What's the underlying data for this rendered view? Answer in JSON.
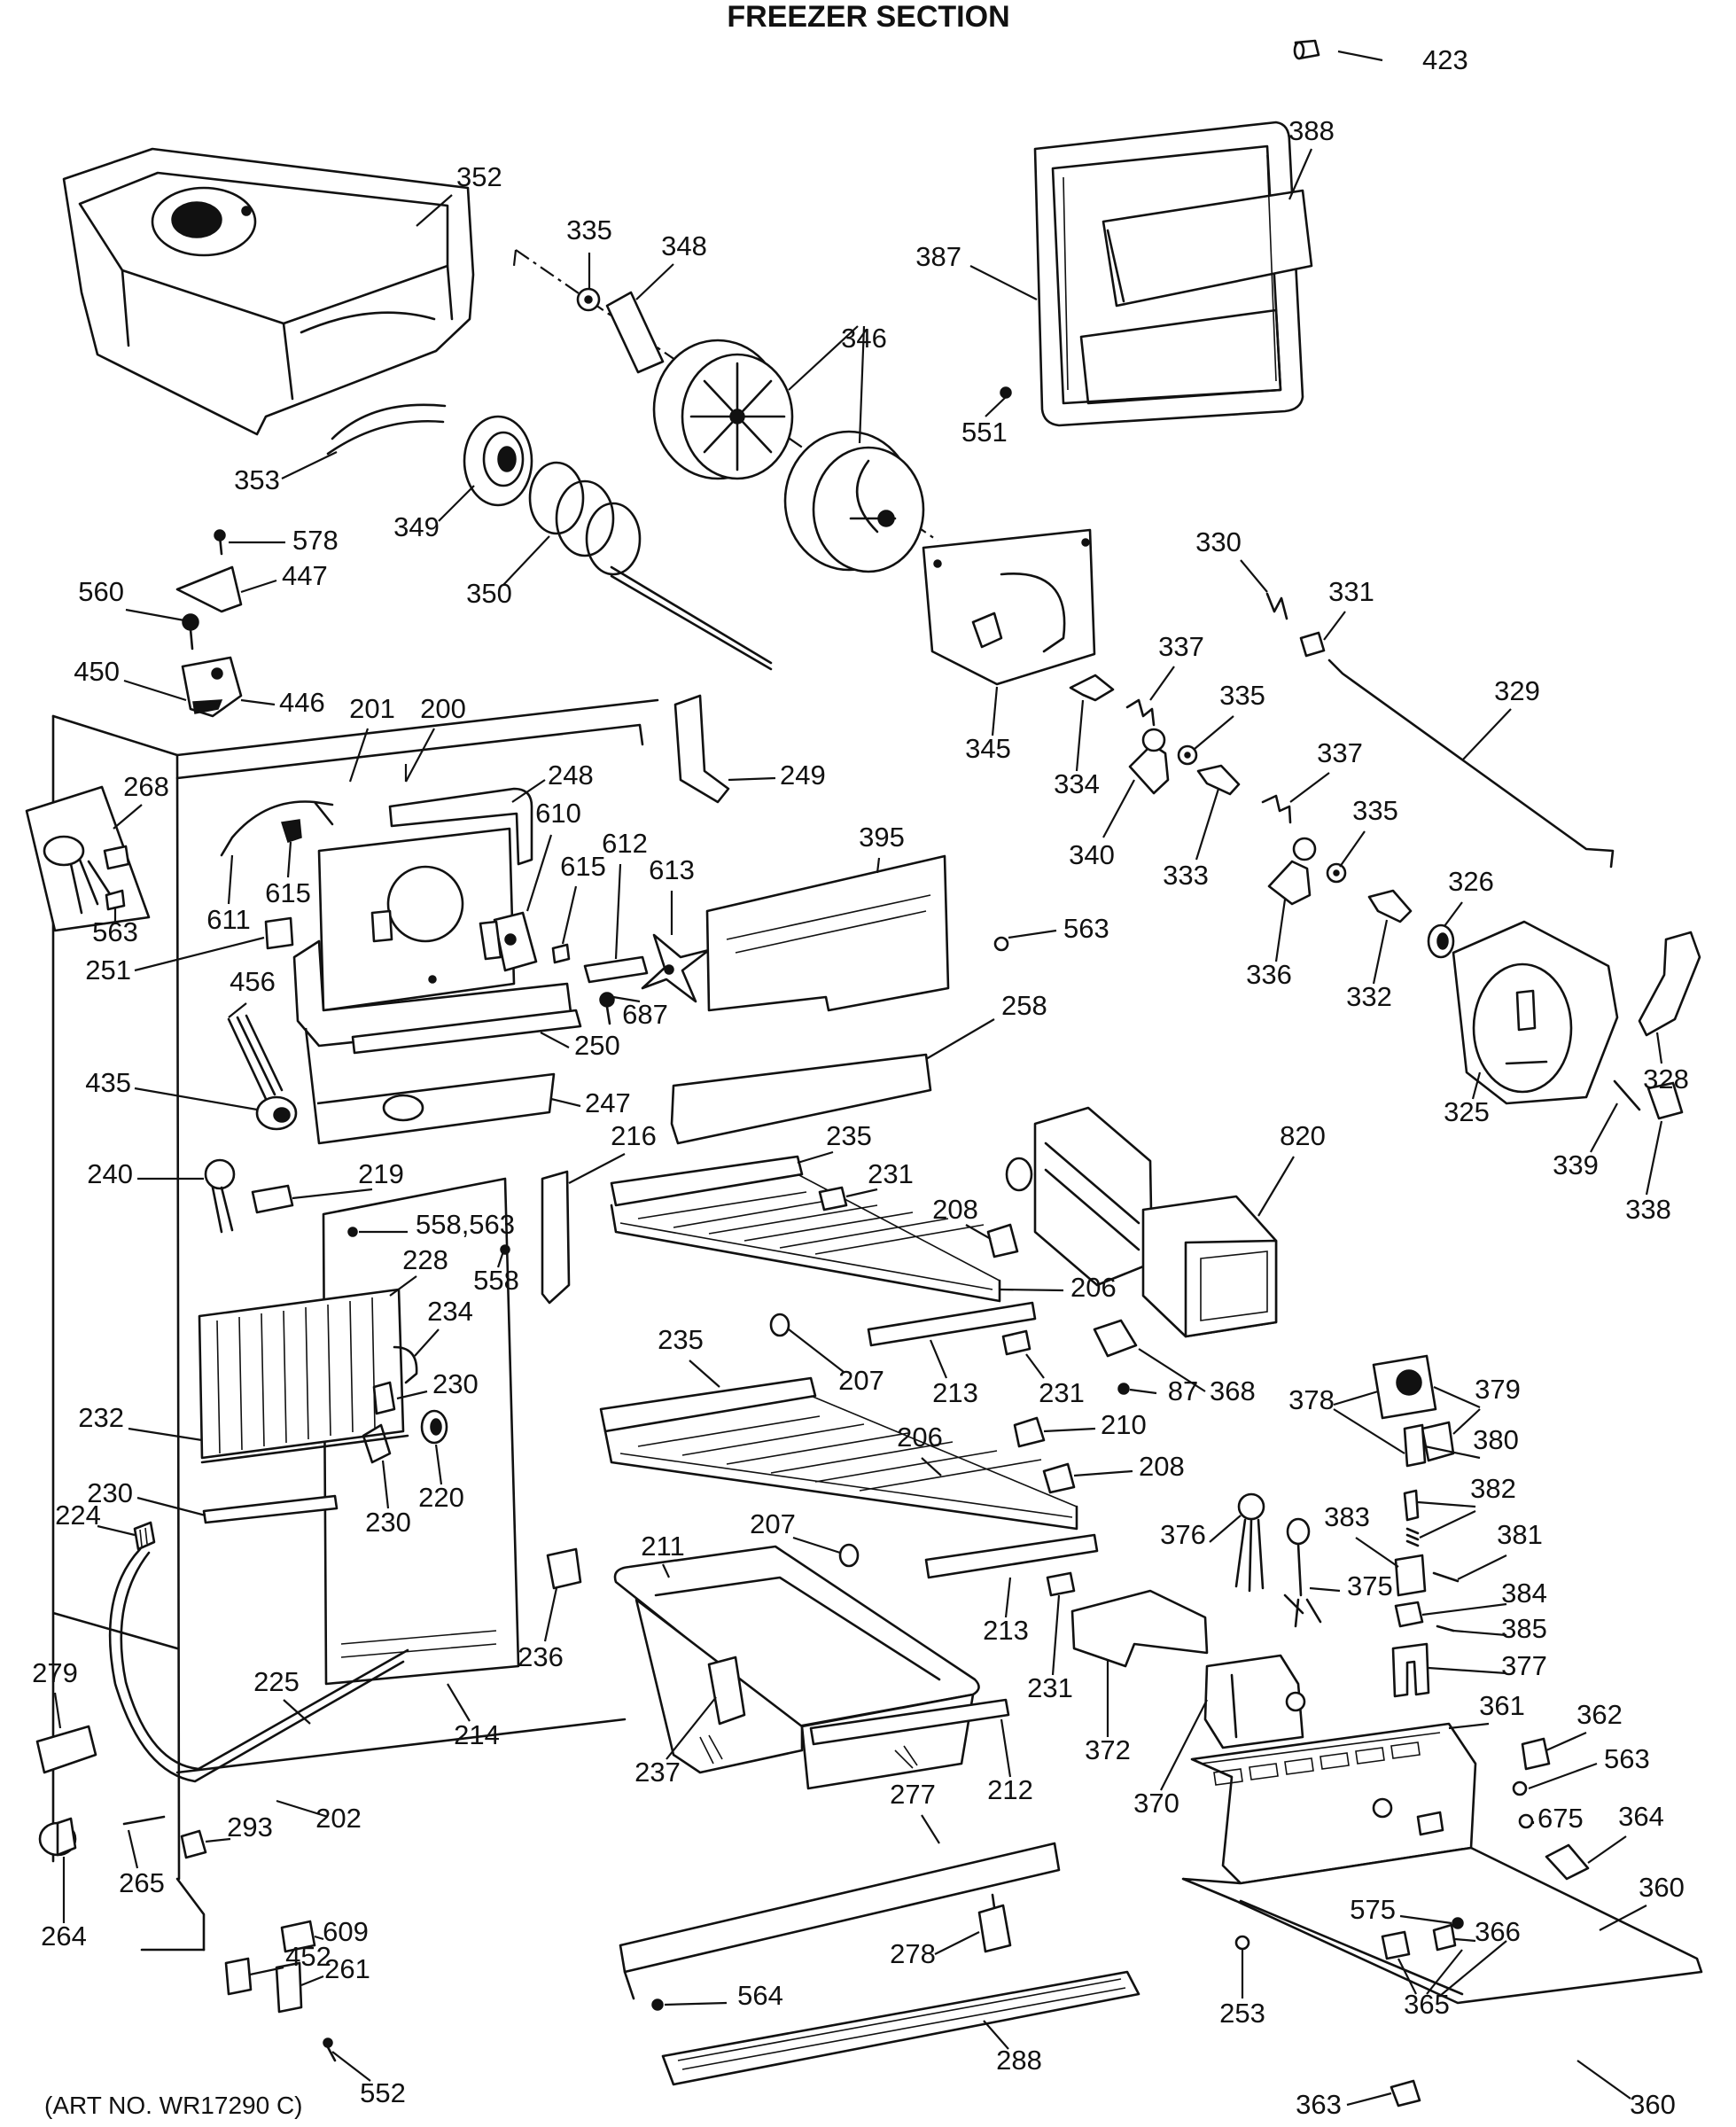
{
  "title": "FREEZER SECTION",
  "art_number": "(ART NO. WR17290 C)",
  "callouts": [
    {
      "id": "423",
      "label": "423"
    },
    {
      "id": "388",
      "label": "388"
    },
    {
      "id": "387",
      "label": "387"
    },
    {
      "id": "551",
      "label": "551"
    },
    {
      "id": "352",
      "label": "352"
    },
    {
      "id": "335a",
      "label": "335"
    },
    {
      "id": "348",
      "label": "348"
    },
    {
      "id": "346",
      "label": "346"
    },
    {
      "id": "353",
      "label": "353"
    },
    {
      "id": "349",
      "label": "349"
    },
    {
      "id": "350",
      "label": "350"
    },
    {
      "id": "578",
      "label": "578"
    },
    {
      "id": "447",
      "label": "447"
    },
    {
      "id": "560",
      "label": "560"
    },
    {
      "id": "450",
      "label": "450"
    },
    {
      "id": "446",
      "label": "446"
    },
    {
      "id": "330",
      "label": "330"
    },
    {
      "id": "331",
      "label": "331"
    },
    {
      "id": "329",
      "label": "329"
    },
    {
      "id": "345",
      "label": "345"
    },
    {
      "id": "337a",
      "label": "337"
    },
    {
      "id": "335b",
      "label": "335"
    },
    {
      "id": "334",
      "label": "334"
    },
    {
      "id": "337b",
      "label": "337"
    },
    {
      "id": "340",
      "label": "340"
    },
    {
      "id": "333",
      "label": "333"
    },
    {
      "id": "335c",
      "label": "335"
    },
    {
      "id": "326",
      "label": "326"
    },
    {
      "id": "336",
      "label": "336"
    },
    {
      "id": "332",
      "label": "332"
    },
    {
      "id": "328",
      "label": "328"
    },
    {
      "id": "325",
      "label": "325"
    },
    {
      "id": "339",
      "label": "339"
    },
    {
      "id": "338",
      "label": "338"
    },
    {
      "id": "201",
      "label": "201"
    },
    {
      "id": "200",
      "label": "200"
    },
    {
      "id": "249",
      "label": "249"
    },
    {
      "id": "268",
      "label": "268"
    },
    {
      "id": "248",
      "label": "248"
    },
    {
      "id": "610",
      "label": "610"
    },
    {
      "id": "612",
      "label": "612"
    },
    {
      "id": "613",
      "label": "613"
    },
    {
      "id": "615a",
      "label": "615"
    },
    {
      "id": "615b",
      "label": "615"
    },
    {
      "id": "611",
      "label": "611"
    },
    {
      "id": "563a",
      "label": "563"
    },
    {
      "id": "395",
      "label": "395"
    },
    {
      "id": "563b",
      "label": "563"
    },
    {
      "id": "251",
      "label": "251"
    },
    {
      "id": "687",
      "label": "687"
    },
    {
      "id": "456",
      "label": "456"
    },
    {
      "id": "250",
      "label": "250"
    },
    {
      "id": "258",
      "label": "258"
    },
    {
      "id": "435",
      "label": "435"
    },
    {
      "id": "247",
      "label": "247"
    },
    {
      "id": "216",
      "label": "216"
    },
    {
      "id": "235a",
      "label": "235"
    },
    {
      "id": "820",
      "label": "820"
    },
    {
      "id": "240",
      "label": "240"
    },
    {
      "id": "219",
      "label": "219"
    },
    {
      "id": "231a",
      "label": "231"
    },
    {
      "id": "208a",
      "label": "208"
    },
    {
      "id": "558563",
      "label": "558,563"
    },
    {
      "id": "228",
      "label": "228"
    },
    {
      "id": "558",
      "label": "558"
    },
    {
      "id": "206a",
      "label": "206"
    },
    {
      "id": "234",
      "label": "234"
    },
    {
      "id": "235b",
      "label": "235"
    },
    {
      "id": "207a",
      "label": "207"
    },
    {
      "id": "213a",
      "label": "213"
    },
    {
      "id": "231b",
      "label": "231"
    },
    {
      "id": "87",
      "label": "87"
    },
    {
      "id": "368",
      "label": "368"
    },
    {
      "id": "230a",
      "label": "230"
    },
    {
      "id": "378",
      "label": "378"
    },
    {
      "id": "379",
      "label": "379"
    },
    {
      "id": "232",
      "label": "232"
    },
    {
      "id": "210",
      "label": "210"
    },
    {
      "id": "380",
      "label": "380"
    },
    {
      "id": "206b",
      "label": "206"
    },
    {
      "id": "220",
      "label": "220"
    },
    {
      "id": "208b",
      "label": "208"
    },
    {
      "id": "382",
      "label": "382"
    },
    {
      "id": "230b",
      "label": "230"
    },
    {
      "id": "224",
      "label": "224"
    },
    {
      "id": "230c",
      "label": "230"
    },
    {
      "id": "211",
      "label": "211"
    },
    {
      "id": "207b",
      "label": "207"
    },
    {
      "id": "376",
      "label": "376"
    },
    {
      "id": "383",
      "label": "383"
    },
    {
      "id": "381",
      "label": "381"
    },
    {
      "id": "375",
      "label": "375"
    },
    {
      "id": "213b",
      "label": "213"
    },
    {
      "id": "384",
      "label": "384"
    },
    {
      "id": "385",
      "label": "385"
    },
    {
      "id": "236",
      "label": "236"
    },
    {
      "id": "377",
      "label": "377"
    },
    {
      "id": "279",
      "label": "279"
    },
    {
      "id": "225",
      "label": "225"
    },
    {
      "id": "214",
      "label": "214"
    },
    {
      "id": "231c",
      "label": "231"
    },
    {
      "id": "372",
      "label": "372"
    },
    {
      "id": "361",
      "label": "361"
    },
    {
      "id": "362",
      "label": "362"
    },
    {
      "id": "237",
      "label": "237"
    },
    {
      "id": "212",
      "label": "212"
    },
    {
      "id": "370",
      "label": "370"
    },
    {
      "id": "563c",
      "label": "563"
    },
    {
      "id": "202",
      "label": "202"
    },
    {
      "id": "293",
      "label": "293"
    },
    {
      "id": "277",
      "label": "277"
    },
    {
      "id": "675",
      "label": "675"
    },
    {
      "id": "364",
      "label": "364"
    },
    {
      "id": "265",
      "label": "265"
    },
    {
      "id": "360a",
      "label": "360"
    },
    {
      "id": "609",
      "label": "609"
    },
    {
      "id": "575",
      "label": "575"
    },
    {
      "id": "366",
      "label": "366"
    },
    {
      "id": "264",
      "label": "264"
    },
    {
      "id": "452",
      "label": "452"
    },
    {
      "id": "278",
      "label": "278"
    },
    {
      "id": "261",
      "label": "261"
    },
    {
      "id": "253",
      "label": "253"
    },
    {
      "id": "365",
      "label": "365"
    },
    {
      "id": "564",
      "label": "564"
    },
    {
      "id": "552",
      "label": "552"
    },
    {
      "id": "288",
      "label": "288"
    },
    {
      "id": "363",
      "label": "363"
    },
    {
      "id": "360b",
      "label": "360"
    }
  ]
}
